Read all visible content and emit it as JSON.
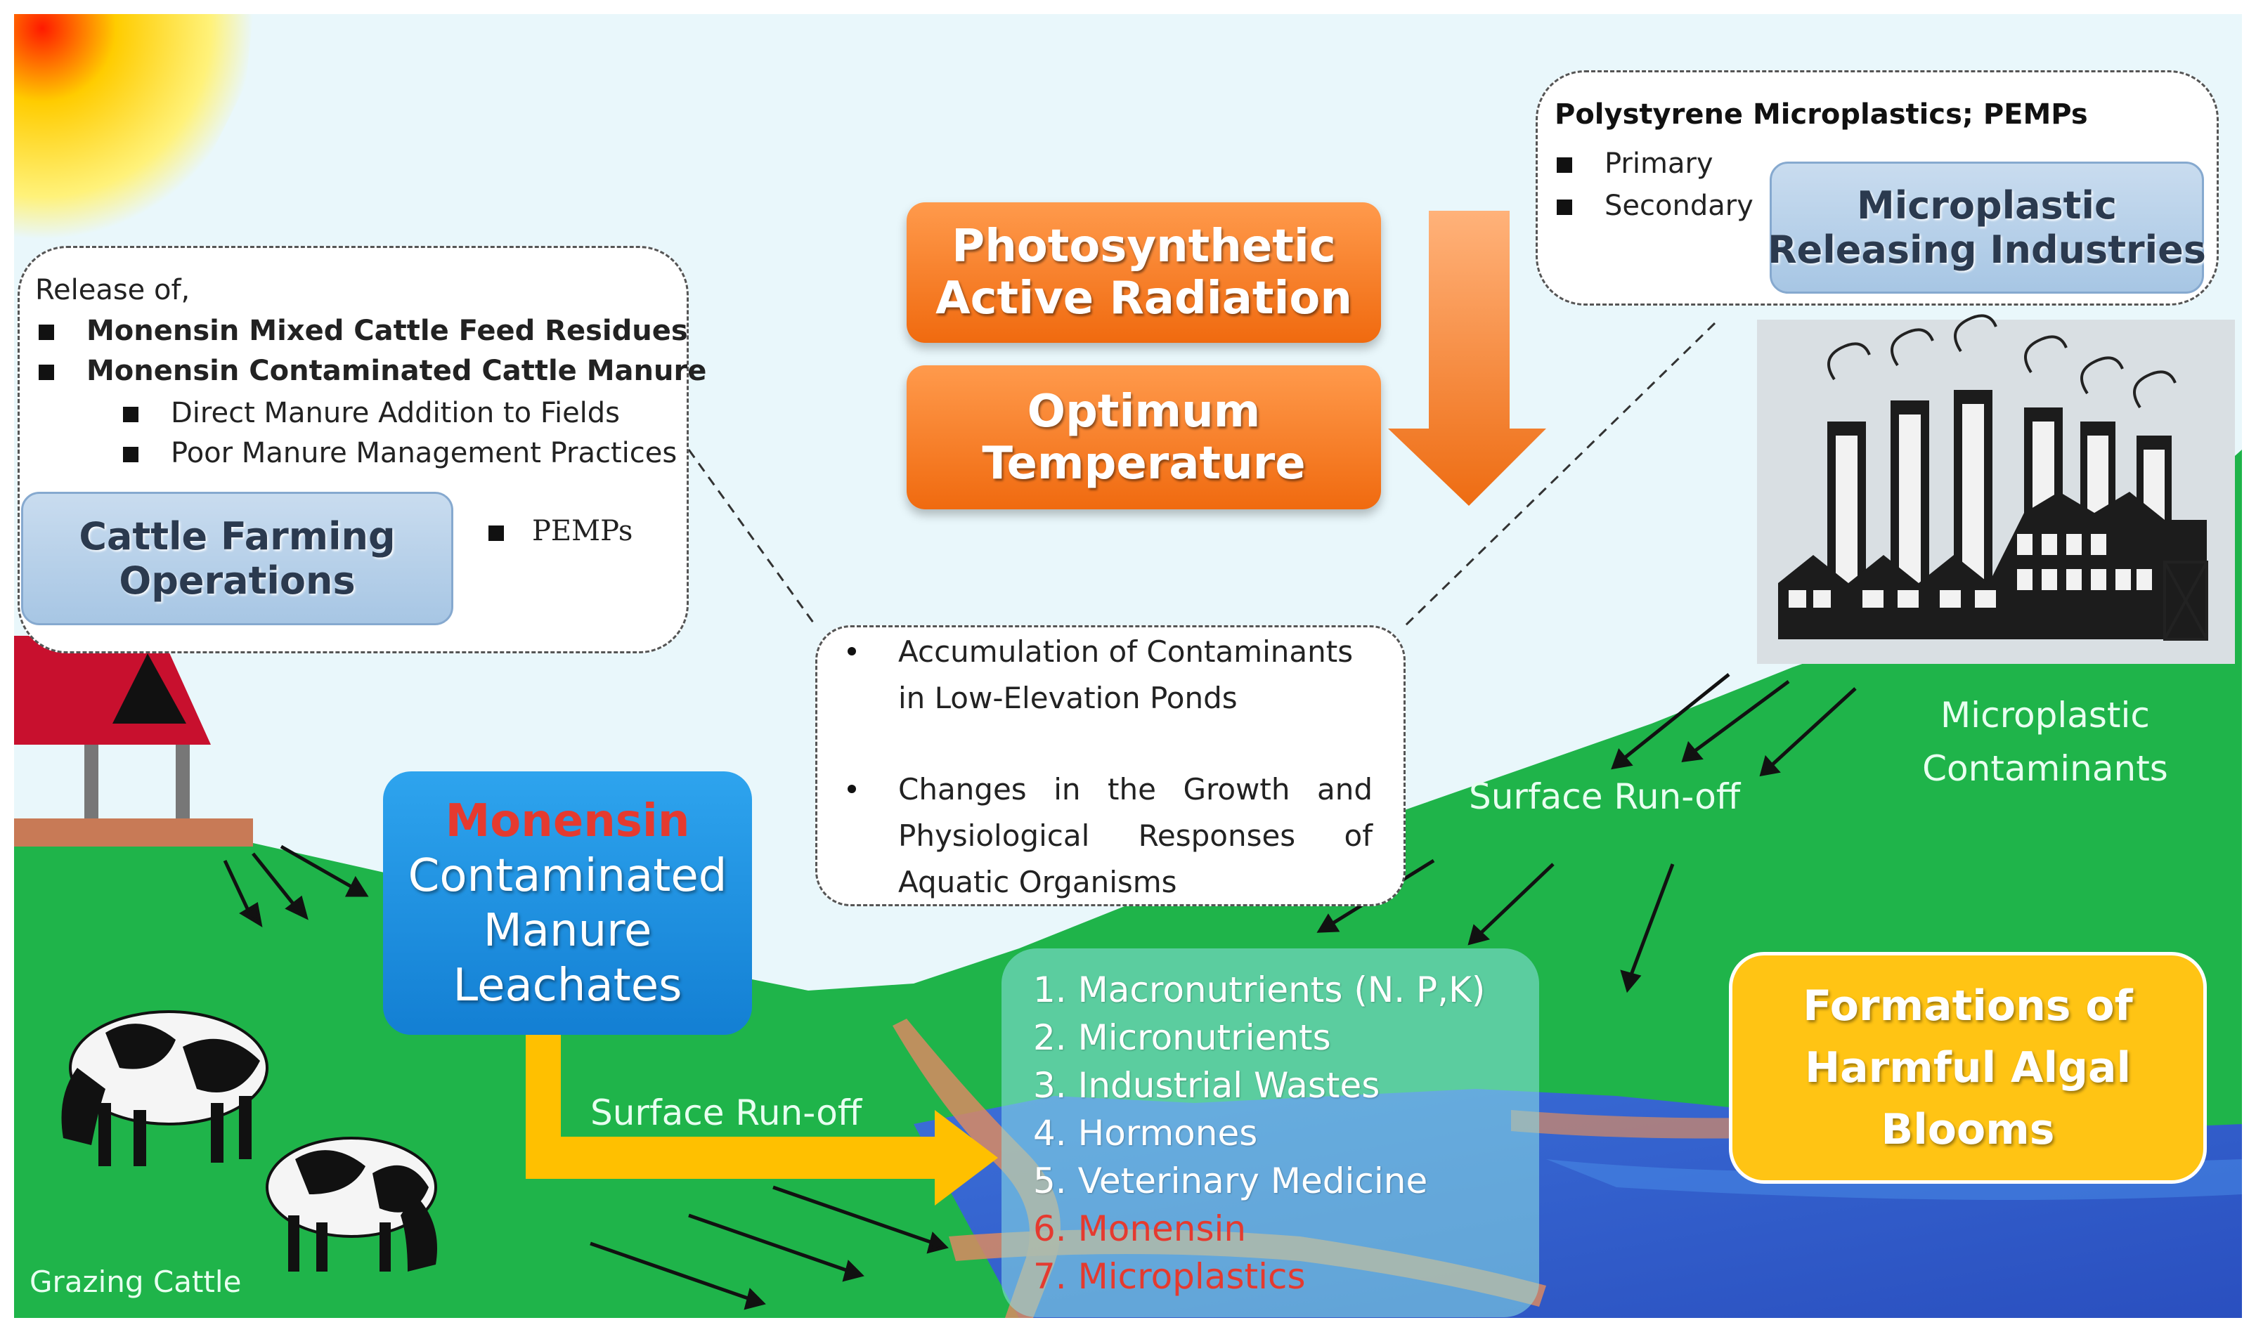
{
  "cattle_box": {
    "intro": "Release of,",
    "items": [
      "Monensin Mixed Cattle Feed Residues",
      "Monensin Contaminated Cattle Manure"
    ],
    "subitems": [
      "Direct Manure Addition to Fields",
      "Poor Manure Management Practices"
    ],
    "pemps": "PEMPs"
  },
  "cattle_ops": {
    "line1": "Cattle Farming",
    "line2": "Operations"
  },
  "par": {
    "line1": "Photosynthetic",
    "line2": "Active Radiation"
  },
  "temp": {
    "line1": "Optimum",
    "line2": "Temperature"
  },
  "industry_box": {
    "title": "Polystyrene Microplastics; PEMPs",
    "items": [
      "Primary",
      "Secondary"
    ]
  },
  "industries": {
    "line1": "Microplastic",
    "line2": "Releasing Industries"
  },
  "pond_box": {
    "item1": [
      "Accumulation of Contaminants",
      "in Low-Elevation Ponds"
    ],
    "item2": [
      "Changes in the Growth and",
      "Physiological Responses of",
      "Aquatic Organisms"
    ]
  },
  "leachates": {
    "highlight": "Monensin",
    "line2": "Contaminated",
    "line3": "Manure",
    "line4": "Leachates"
  },
  "runoff_left": "Surface Run-off",
  "runoff_right": "Surface Run-off",
  "microplastic_contaminants": {
    "line1": "Microplastic",
    "line2": "Contaminants"
  },
  "pollutants": [
    "1. Macronutrients (N. P,K)",
    "2. Micronutrients",
    "3. Industrial Wastes",
    "4. Hormones",
    "5. Veterinary Medicine",
    "6. Monensin",
    "7. Microplastics"
  ],
  "algal": {
    "line1": "Formations of",
    "line2": "Harmful Algal",
    "line3": "Blooms"
  },
  "grazing": "Grazing Cattle",
  "colors": {
    "sky": "#e9f7fb",
    "grass": "#1fb44a",
    "water": "#2f62cf",
    "orange": "#f27a20",
    "yellow_arrow": "#ffc000",
    "leachate_box": "#1c8ee0",
    "algal_box": "#ffc414",
    "red_text": "#e53a2f"
  }
}
